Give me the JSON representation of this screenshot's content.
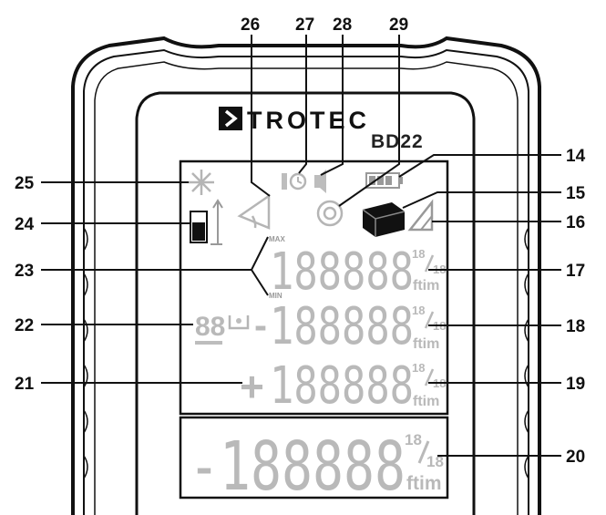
{
  "brand": {
    "name": "TROTEC",
    "model": "BD22"
  },
  "callouts": [
    "14",
    "15",
    "16",
    "17",
    "18",
    "19",
    "20",
    "21",
    "22",
    "23",
    "24",
    "25",
    "26",
    "27",
    "28",
    "29"
  ],
  "display": {
    "digits": "188888",
    "digits_main": "-188888",
    "unit_top": "18",
    "unit_bottom": "18",
    "unit_suffix": "ftim",
    "max_label": "MAX",
    "min_label": "MIN",
    "minus": "-",
    "plus": "+",
    "counter": "88"
  }
}
